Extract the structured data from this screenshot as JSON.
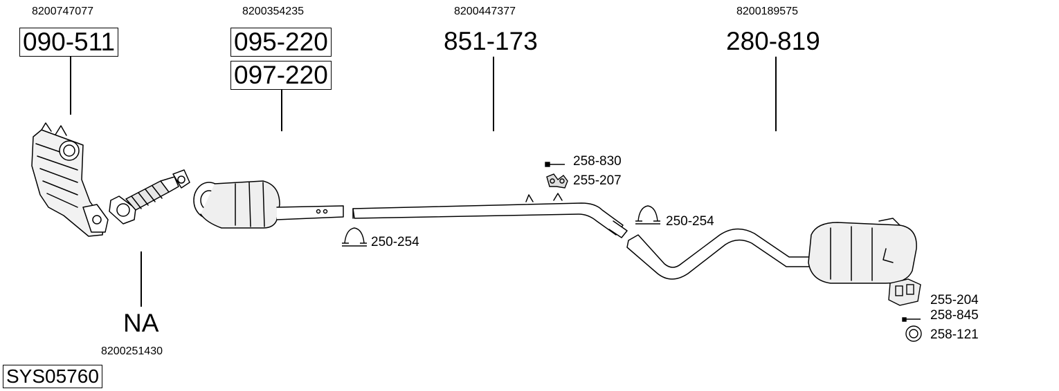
{
  "system_code": "SYS05760",
  "groups": [
    {
      "oem": "8200747077",
      "parts": [
        "090-511"
      ]
    },
    {
      "oem": "8200354235",
      "parts": [
        "095-220",
        "097-220"
      ]
    },
    {
      "oem": "8200447377",
      "parts": [
        "851-173"
      ]
    },
    {
      "oem": "8200189575",
      "parts": [
        "280-819"
      ]
    },
    {
      "oem": "8200251430",
      "parts": [
        "NA"
      ]
    }
  ],
  "accessories": [
    {
      "code": "258-830",
      "icon": "bolt-icon"
    },
    {
      "code": "255-207",
      "icon": "rubber-mount-icon"
    },
    {
      "code": "250-254",
      "icon": "clamp-icon"
    },
    {
      "code": "250-254",
      "icon": "clamp-icon"
    },
    {
      "code": "255-204",
      "icon": "bracket-icon"
    },
    {
      "code": "258-845",
      "icon": "bolt-icon"
    },
    {
      "code": "258-121",
      "icon": "gasket-ring-icon"
    }
  ]
}
